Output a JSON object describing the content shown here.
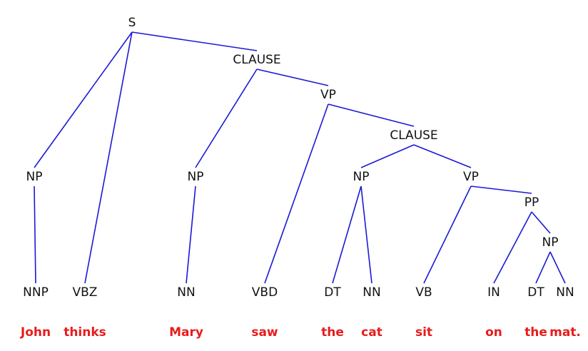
{
  "tree": {
    "edge_color": "#1a1ad6",
    "word_color": "#e81c1c",
    "nodes": [
      {
        "id": "S",
        "label": "S"
      },
      {
        "id": "NP1",
        "label": "NP"
      },
      {
        "id": "CLAUSE1",
        "label": "CLAUSE"
      },
      {
        "id": "VP1",
        "label": "VP"
      },
      {
        "id": "NP2",
        "label": "NP"
      },
      {
        "id": "CLAUSE2",
        "label": "CLAUSE"
      },
      {
        "id": "NP3",
        "label": "NP"
      },
      {
        "id": "VP2",
        "label": "VP"
      },
      {
        "id": "PP",
        "label": "PP"
      },
      {
        "id": "NP4",
        "label": "NP"
      },
      {
        "id": "NNP",
        "label": "NNP"
      },
      {
        "id": "VBZ",
        "label": "VBZ"
      },
      {
        "id": "NN1",
        "label": "NN"
      },
      {
        "id": "VBD",
        "label": "VBD"
      },
      {
        "id": "DT1",
        "label": "DT"
      },
      {
        "id": "NN2",
        "label": "NN"
      },
      {
        "id": "VB",
        "label": "VB"
      },
      {
        "id": "IN",
        "label": "IN"
      },
      {
        "id": "DT2",
        "label": "DT"
      },
      {
        "id": "NN3",
        "label": "NN"
      }
    ],
    "edges": [
      [
        "S",
        "NP1"
      ],
      [
        "S",
        "VBZ"
      ],
      [
        "S",
        "CLAUSE1"
      ],
      [
        "NP1",
        "NNP"
      ],
      [
        "CLAUSE1",
        "NP2"
      ],
      [
        "CLAUSE1",
        "VP1"
      ],
      [
        "NP2",
        "NN1"
      ],
      [
        "VP1",
        "VBD"
      ],
      [
        "VP1",
        "CLAUSE2"
      ],
      [
        "CLAUSE2",
        "NP3"
      ],
      [
        "CLAUSE2",
        "VP2"
      ],
      [
        "NP3",
        "DT1"
      ],
      [
        "NP3",
        "NN2"
      ],
      [
        "VP2",
        "VB"
      ],
      [
        "VP2",
        "PP"
      ],
      [
        "PP",
        "IN"
      ],
      [
        "PP",
        "NP4"
      ],
      [
        "NP4",
        "DT2"
      ],
      [
        "NP4",
        "NN3"
      ]
    ],
    "words": [
      {
        "tag": "NNP",
        "text": "John"
      },
      {
        "tag": "VBZ",
        "text": "thinks"
      },
      {
        "tag": "NN1",
        "text": "Mary"
      },
      {
        "tag": "VBD",
        "text": "saw"
      },
      {
        "tag": "DT1",
        "text": "the"
      },
      {
        "tag": "NN2",
        "text": "cat"
      },
      {
        "tag": "VB",
        "text": "sit"
      },
      {
        "tag": "IN",
        "text": "on"
      },
      {
        "tag": "DT2",
        "text": "the"
      },
      {
        "tag": "NN3",
        "text": "mat."
      }
    ]
  }
}
